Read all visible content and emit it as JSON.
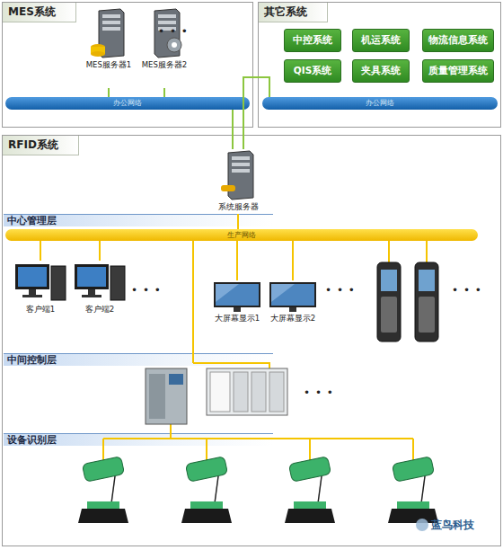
{
  "diagram": {
    "nodes": [
      {
        "text": [
          "MES系统"
        ]
      },
      {
        "text": [
          "MES服务器1"
        ],
        "in": 0
      },
      {
        "text": [
          "MES服务器2"
        ],
        "in": 0
      },
      {
        "text": [
          "办公网络"
        ],
        "in": 0
      },
      {
        "text": [
          "其它系统"
        ]
      },
      {
        "text": [
          "中控系统"
        ],
        "in": 4
      },
      {
        "text": [
          "机运系统"
        ],
        "in": 4
      },
      {
        "text": [
          "物流信息系统"
        ],
        "in": 4
      },
      {
        "text": [
          "QIS系统"
        ],
        "in": 4
      },
      {
        "text": [
          "夹具系统"
        ],
        "in": 4
      },
      {
        "text": [
          "质量管理系统"
        ],
        "in": 4
      },
      {
        "text": [
          "办公网络"
        ],
        "in": 4
      },
      {
        "text": [
          "RFID系统"
        ]
      },
      {
        "text": [
          "系统服务器"
        ],
        "in": 12
      },
      {
        "text": [
          "中心管理层"
        ],
        "in": 12
      },
      {
        "text": [
          "生产网络"
        ],
        "in": 12
      },
      {
        "text": [
          "客户端1"
        ],
        "in": 12
      },
      {
        "text": [
          "客户端2"
        ],
        "in": 12
      },
      {
        "text": [
          "大屏幕显示1"
        ],
        "in": 12
      },
      {
        "text": [
          "大屏幕显示2"
        ],
        "in": 12
      },
      {
        "text": [
          "中间控制层"
        ],
        "in": 12
      },
      {
        "text": [
          "设备识别层"
        ],
        "in": 12
      }
    ],
    "edges": [
      {
        "from": 1,
        "to": 3,
        "arrow": "none"
      },
      {
        "from": 2,
        "to": 3,
        "arrow": "none"
      },
      {
        "from": 3,
        "to": 13,
        "arrow": "none"
      },
      {
        "from": 11,
        "to": 13,
        "arrow": "none"
      },
      {
        "from": 13,
        "to": 15,
        "arrow": "none"
      },
      {
        "from": 16,
        "to": 15,
        "arrow": "none"
      },
      {
        "from": 17,
        "to": 15,
        "arrow": "none"
      },
      {
        "from": 18,
        "to": 15,
        "arrow": "none"
      },
      {
        "from": 19,
        "to": 15,
        "arrow": "none"
      }
    ],
    "labels": [
      "• • •",
      "• • •",
      "• • •",
      "• • •",
      "• • •",
      "蓝鸟科技"
    ]
  }
}
